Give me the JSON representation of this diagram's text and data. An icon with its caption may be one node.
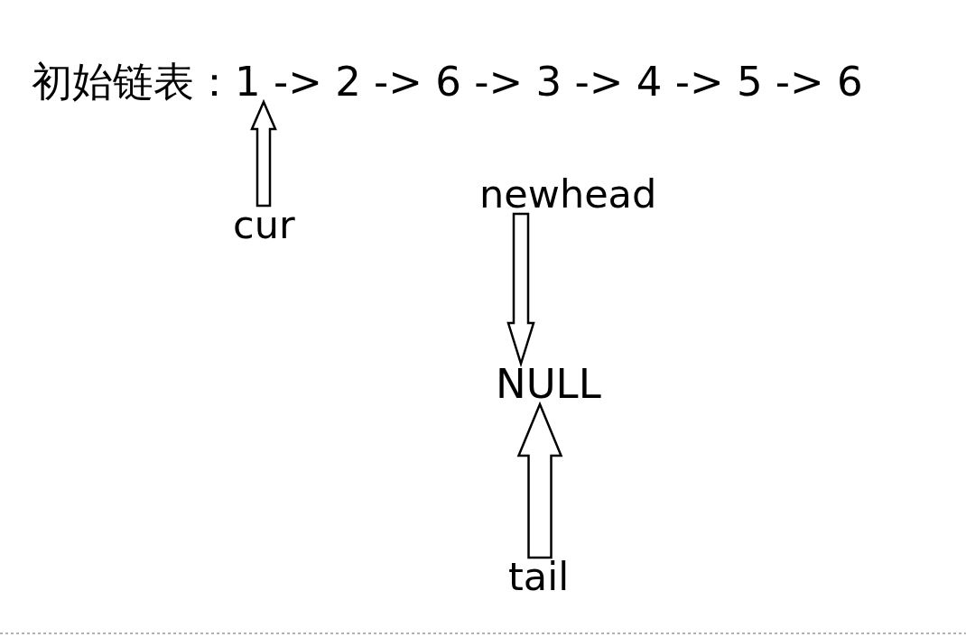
{
  "diagram": {
    "nodes": [
      {
        "text": [
          "初始链表：1 -> 2 -> 6 -> 3 -> 4 -> 5 -> 6"
        ]
      },
      {
        "text": [
          "cur"
        ]
      },
      {
        "text": [
          "newhead"
        ]
      },
      {
        "text": [
          "NULL"
        ]
      },
      {
        "text": [
          "tail"
        ]
      }
    ],
    "edges": [
      {
        "from": 1,
        "to": 0,
        "arrow": "to"
      },
      {
        "from": 2,
        "to": 3,
        "arrow": "to"
      },
      {
        "from": 4,
        "to": 3,
        "arrow": "to"
      }
    ]
  }
}
